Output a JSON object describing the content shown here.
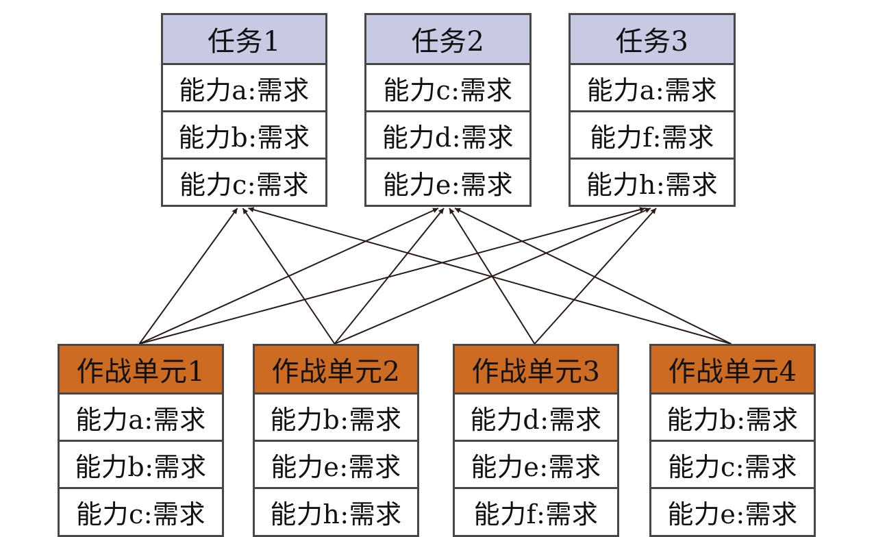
{
  "colors": {
    "task_header": "#c8c9e3",
    "unit_header": "#cd6b23",
    "border": "#474747",
    "arrow": "#2a1a17"
  },
  "tasks": [
    {
      "id": "task1",
      "title": "任务1",
      "rows": [
        "能力a:需求",
        "能力b:需求",
        "能力c:需求"
      ]
    },
    {
      "id": "task2",
      "title": "任务2",
      "rows": [
        "能力c:需求",
        "能力d:需求",
        "能力e:需求"
      ]
    },
    {
      "id": "task3",
      "title": "任务3",
      "rows": [
        "能力a:需求",
        "能力f:需求",
        "能力h:需求"
      ]
    }
  ],
  "units": [
    {
      "id": "unit1",
      "title": "作战单元1",
      "rows": [
        "能力a:需求",
        "能力b:需求",
        "能力c:需求"
      ]
    },
    {
      "id": "unit2",
      "title": "作战单元2",
      "rows": [
        "能力b:需求",
        "能力e:需求",
        "能力h:需求"
      ]
    },
    {
      "id": "unit3",
      "title": "作战单元3",
      "rows": [
        "能力d:需求",
        "能力e:需求",
        "能力f:需求"
      ]
    },
    {
      "id": "unit4",
      "title": "作战单元4",
      "rows": [
        "能力b:需求",
        "能力c:需求",
        "能力e:需求"
      ]
    }
  ],
  "links": [
    {
      "from": "unit1",
      "to": "task1"
    },
    {
      "from": "unit1",
      "to": "task2"
    },
    {
      "from": "unit1",
      "to": "task3"
    },
    {
      "from": "unit2",
      "to": "task1"
    },
    {
      "from": "unit2",
      "to": "task2"
    },
    {
      "from": "unit2",
      "to": "task3"
    },
    {
      "from": "unit3",
      "to": "task2"
    },
    {
      "from": "unit3",
      "to": "task3"
    },
    {
      "from": "unit4",
      "to": "task1"
    },
    {
      "from": "unit4",
      "to": "task2"
    }
  ]
}
